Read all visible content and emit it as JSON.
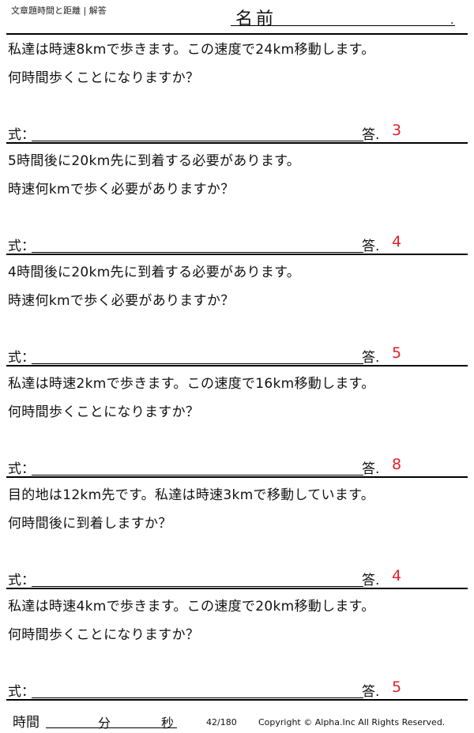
{
  "header": {
    "title": "文章題時間と距離 | 解答",
    "name_label": "名前",
    "name_dot": "."
  },
  "labels": {
    "formula": "式：",
    "answer": "答."
  },
  "problems": [
    {
      "q1": "私達は時速8kmで歩きます。この速度で24km移動します。",
      "q2": "何時間歩くことになりますか？",
      "answer": "3"
    },
    {
      "q1": "5時間後に20km先に到着する必要があります。",
      "q2": "時速何kmで歩く必要がありますか？",
      "answer": "4"
    },
    {
      "q1": "4時間後に20km先に到着する必要があります。",
      "q2": "時速何kmで歩く必要がありますか？",
      "answer": "5"
    },
    {
      "q1": "私達は時速2kmで歩きます。この速度で16km移動します。",
      "q2": "何時間歩くことになりますか？",
      "answer": "8"
    },
    {
      "q1": "目的地は12km先です。私達は時速3kmで移動しています。",
      "q2": "何時間後に到着しますか？",
      "answer": "4"
    },
    {
      "q1": "私達は時速4kmで歩きます。この速度で20km移動します。",
      "q2": "何時間歩くことになりますか？",
      "answer": "5"
    }
  ],
  "footer": {
    "time_label": "時間",
    "minutes_label": "分",
    "seconds_label": "秒",
    "page": "42/180",
    "copyright": "Copyright ©  Alpha.Inc All Rights Reserved."
  },
  "colors": {
    "answer": "#e0202a"
  }
}
